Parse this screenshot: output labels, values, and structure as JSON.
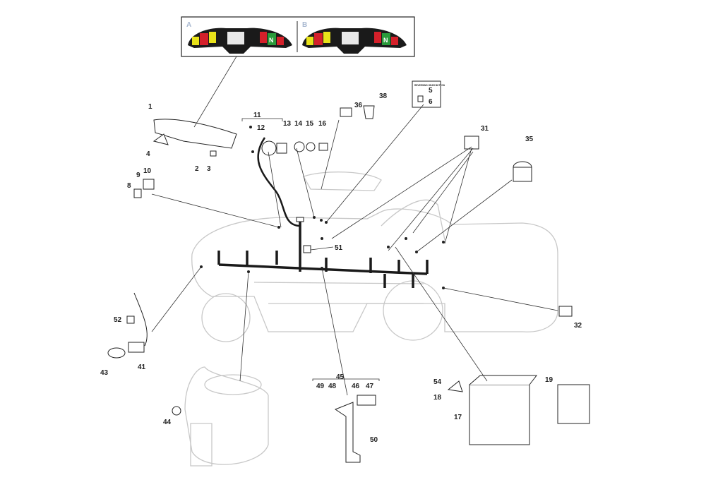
{
  "diagram": {
    "panel_variants": [
      {
        "label": "A",
        "indicator_colors": [
          "#e8e21a",
          "#d4202a",
          "#e8e21a",
          "#d4202a",
          "#2a9a3a",
          "#d4202a"
        ],
        "center_letter": "N"
      },
      {
        "label": "B",
        "indicator_colors": [
          "#e8e21a",
          "#d4202a",
          "#e8e21a",
          "#d4202a",
          "#2a9a3a",
          "#d4202a"
        ],
        "center_letter": "N"
      }
    ],
    "inset_box_title": "REVERSING GEAR BUTTON",
    "part_labels": [
      "1",
      "2",
      "3",
      "4",
      "8",
      "9",
      "10",
      "11",
      "12",
      "13",
      "14",
      "15",
      "16",
      "36",
      "38",
      "5",
      "6",
      "31",
      "35",
      "51",
      "52",
      "41",
      "43",
      "44",
      "45",
      "49",
      "48",
      "46",
      "47",
      "50",
      "54",
      "18",
      "17",
      "19",
      "32"
    ],
    "colors": {
      "harness": "#1a1a1a",
      "ghost_outline": "#c8c8c8",
      "yellow": "#e8e21a",
      "red": "#d4202a",
      "green": "#2a9a3a"
    }
  }
}
